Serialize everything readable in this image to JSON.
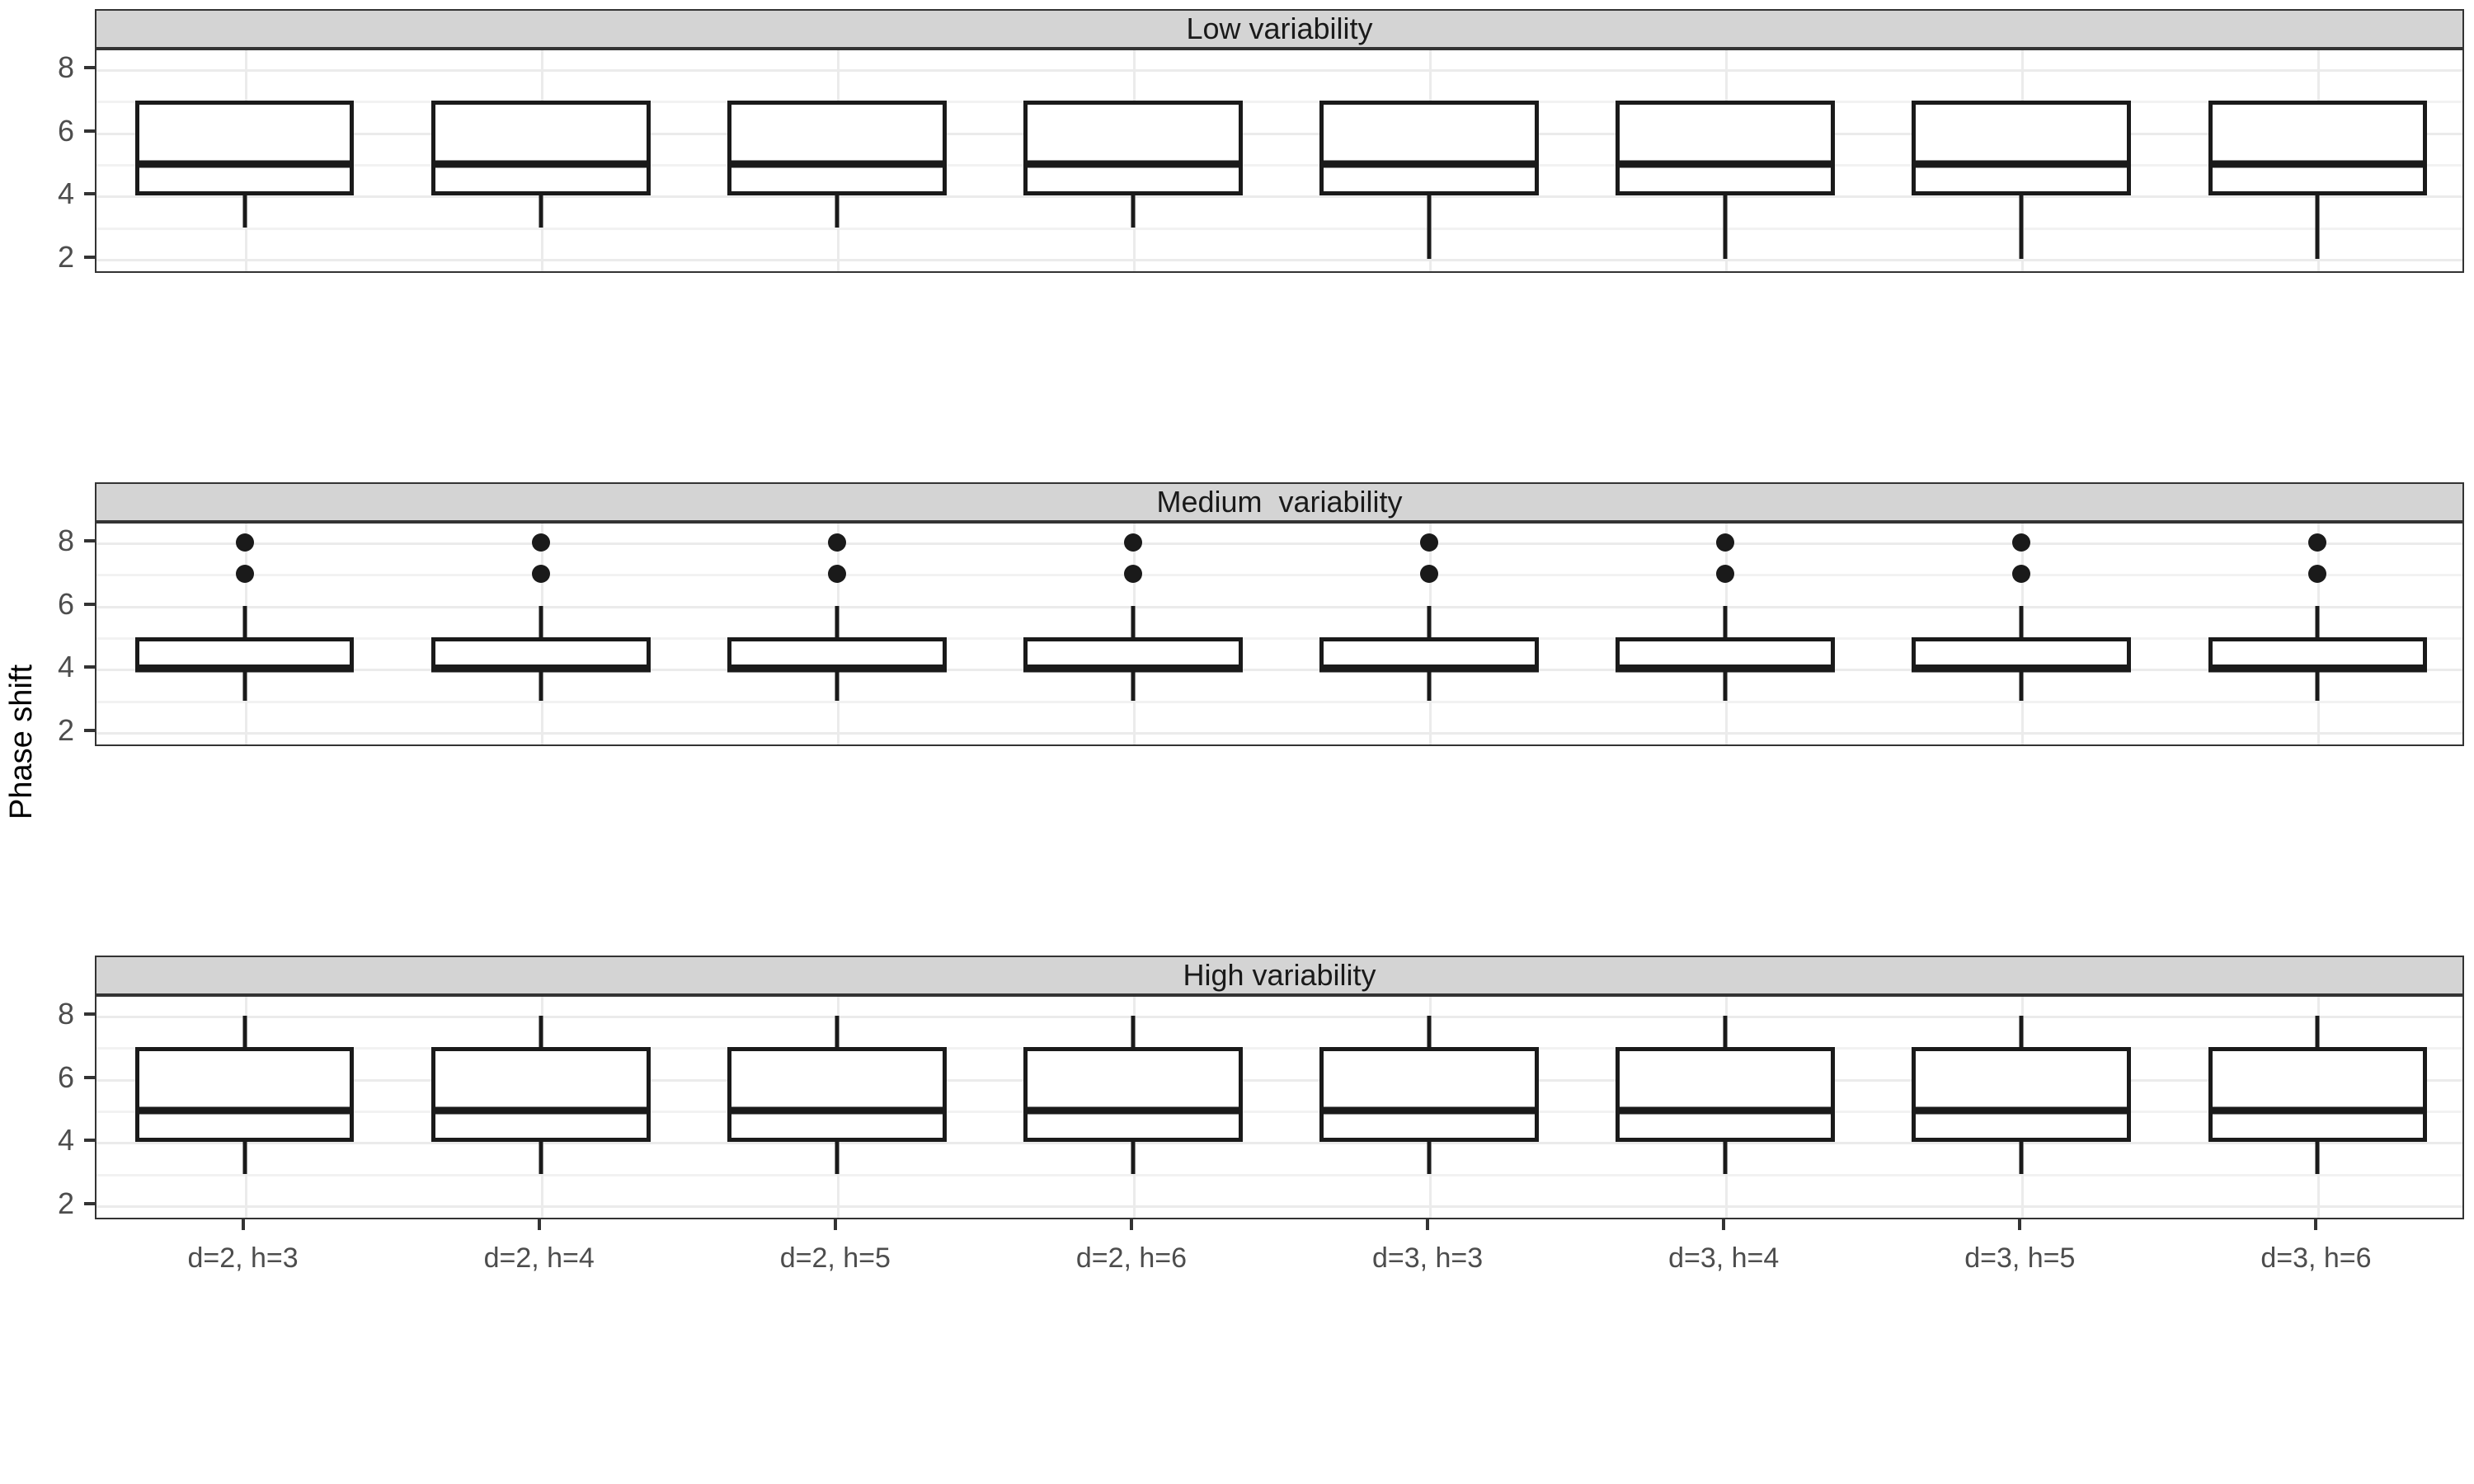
{
  "chart_data": {
    "type": "box",
    "title": "",
    "xlabel": "",
    "ylabel": "Phase shift",
    "ylim": [
      1.5,
      8.6
    ],
    "yticks": [
      2,
      4,
      6,
      8
    ],
    "ytick_labels": [
      "2",
      "4",
      "6",
      "8"
    ],
    "yminor": [
      3,
      5,
      7
    ],
    "grid": true,
    "legend": "none",
    "facet_direction": "vertical",
    "categories": [
      "d=2, h=3",
      "d=2, h=4",
      "d=2, h=5",
      "d=2, h=6",
      "d=3, h=3",
      "d=3, h=4",
      "d=3, h=5",
      "d=3, h=6"
    ],
    "panels": [
      {
        "strip_label": "Low variability",
        "boxes": [
          {
            "category": "d=2, h=3",
            "lower_whisker": 3,
            "q1": 4,
            "median": 5,
            "q3": 7,
            "upper_whisker": 7,
            "outliers": []
          },
          {
            "category": "d=2, h=4",
            "lower_whisker": 3,
            "q1": 4,
            "median": 5,
            "q3": 7,
            "upper_whisker": 7,
            "outliers": []
          },
          {
            "category": "d=2, h=5",
            "lower_whisker": 3,
            "q1": 4,
            "median": 5,
            "q3": 7,
            "upper_whisker": 7,
            "outliers": []
          },
          {
            "category": "d=2, h=6",
            "lower_whisker": 3,
            "q1": 4,
            "median": 5,
            "q3": 7,
            "upper_whisker": 7,
            "outliers": []
          },
          {
            "category": "d=3, h=3",
            "lower_whisker": 2,
            "q1": 4,
            "median": 5,
            "q3": 7,
            "upper_whisker": 7,
            "outliers": []
          },
          {
            "category": "d=3, h=4",
            "lower_whisker": 2,
            "q1": 4,
            "median": 5,
            "q3": 7,
            "upper_whisker": 7,
            "outliers": []
          },
          {
            "category": "d=3, h=5",
            "lower_whisker": 2,
            "q1": 4,
            "median": 5,
            "q3": 7,
            "upper_whisker": 7,
            "outliers": []
          },
          {
            "category": "d=3, h=6",
            "lower_whisker": 2,
            "q1": 4,
            "median": 5,
            "q3": 7,
            "upper_whisker": 7,
            "outliers": []
          }
        ]
      },
      {
        "strip_label": "Medium  variability",
        "boxes": [
          {
            "category": "d=2, h=3",
            "lower_whisker": 3,
            "q1": 4,
            "median": 4,
            "q3": 5,
            "upper_whisker": 6,
            "outliers": [
              7,
              8
            ]
          },
          {
            "category": "d=2, h=4",
            "lower_whisker": 3,
            "q1": 4,
            "median": 4,
            "q3": 5,
            "upper_whisker": 6,
            "outliers": [
              7,
              8
            ]
          },
          {
            "category": "d=2, h=5",
            "lower_whisker": 3,
            "q1": 4,
            "median": 4,
            "q3": 5,
            "upper_whisker": 6,
            "outliers": [
              7,
              8
            ]
          },
          {
            "category": "d=2, h=6",
            "lower_whisker": 3,
            "q1": 4,
            "median": 4,
            "q3": 5,
            "upper_whisker": 6,
            "outliers": [
              7,
              8
            ]
          },
          {
            "category": "d=3, h=3",
            "lower_whisker": 3,
            "q1": 4,
            "median": 4,
            "q3": 5,
            "upper_whisker": 6,
            "outliers": [
              7,
              8
            ]
          },
          {
            "category": "d=3, h=4",
            "lower_whisker": 3,
            "q1": 4,
            "median": 4,
            "q3": 5,
            "upper_whisker": 6,
            "outliers": [
              7,
              8
            ]
          },
          {
            "category": "d=3, h=5",
            "lower_whisker": 3,
            "q1": 4,
            "median": 4,
            "q3": 5,
            "upper_whisker": 6,
            "outliers": [
              7,
              8
            ]
          },
          {
            "category": "d=3, h=6",
            "lower_whisker": 3,
            "q1": 4,
            "median": 4,
            "q3": 5,
            "upper_whisker": 6,
            "outliers": [
              7,
              8
            ]
          }
        ]
      },
      {
        "strip_label": "High variability",
        "boxes": [
          {
            "category": "d=2, h=3",
            "lower_whisker": 3,
            "q1": 4,
            "median": 5,
            "q3": 7,
            "upper_whisker": 8,
            "outliers": []
          },
          {
            "category": "d=2, h=4",
            "lower_whisker": 3,
            "q1": 4,
            "median": 5,
            "q3": 7,
            "upper_whisker": 8,
            "outliers": []
          },
          {
            "category": "d=2, h=5",
            "lower_whisker": 3,
            "q1": 4,
            "median": 5,
            "q3": 7,
            "upper_whisker": 8,
            "outliers": []
          },
          {
            "category": "d=2, h=6",
            "lower_whisker": 3,
            "q1": 4,
            "median": 5,
            "q3": 7,
            "upper_whisker": 8,
            "outliers": []
          },
          {
            "category": "d=3, h=3",
            "lower_whisker": 3,
            "q1": 4,
            "median": 5,
            "q3": 7,
            "upper_whisker": 8,
            "outliers": []
          },
          {
            "category": "d=3, h=4",
            "lower_whisker": 3,
            "q1": 4,
            "median": 5,
            "q3": 7,
            "upper_whisker": 8,
            "outliers": []
          },
          {
            "category": "d=3, h=5",
            "lower_whisker": 3,
            "q1": 4,
            "median": 5,
            "q3": 7,
            "upper_whisker": 8,
            "outliers": []
          },
          {
            "category": "d=3, h=6",
            "lower_whisker": 3,
            "q1": 4,
            "median": 5,
            "q3": 7,
            "upper_whisker": 8,
            "outliers": []
          }
        ]
      }
    ],
    "colors": {
      "box_stroke": "#1a1a1a",
      "box_fill": "#ffffff",
      "strip_fill": "#d4d4d4",
      "panel_border": "#333333",
      "gridline": "#ebebeb",
      "text": "#4d4d4d"
    }
  }
}
